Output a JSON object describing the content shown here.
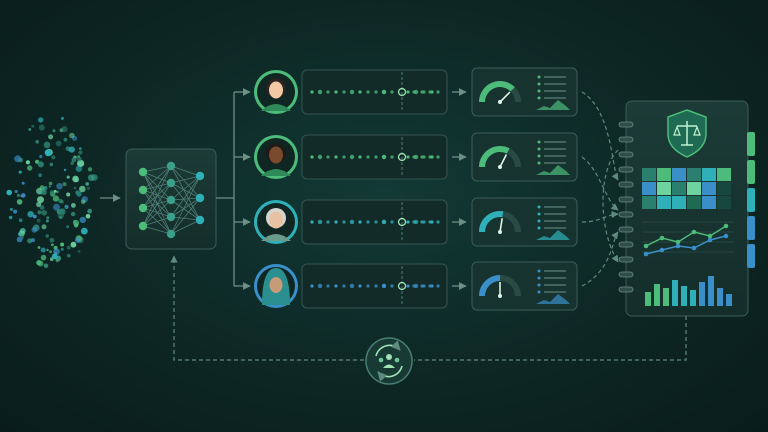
{
  "colors": {
    "background": "#0d2724",
    "panel": "#17332f",
    "green": "#4dbb7a",
    "teal": "#2fb0b8",
    "blue": "#3a8fc9",
    "light": "#9fe3b4"
  },
  "icons": {
    "model": "neural-network-icon",
    "audit": "scales-of-justice-icon",
    "feedback": "people-cycle-icon"
  },
  "personas": [
    {
      "id": "persona-1",
      "gauge_level": 0.75,
      "tone": "green"
    },
    {
      "id": "persona-2",
      "gauge_level": 0.65,
      "tone": "green"
    },
    {
      "id": "persona-3",
      "gauge_level": 0.55,
      "tone": "teal"
    },
    {
      "id": "persona-4",
      "gauge_level": 0.5,
      "tone": "blue"
    }
  ],
  "report": {
    "heatmap_rows": 3,
    "tabs": 5
  }
}
